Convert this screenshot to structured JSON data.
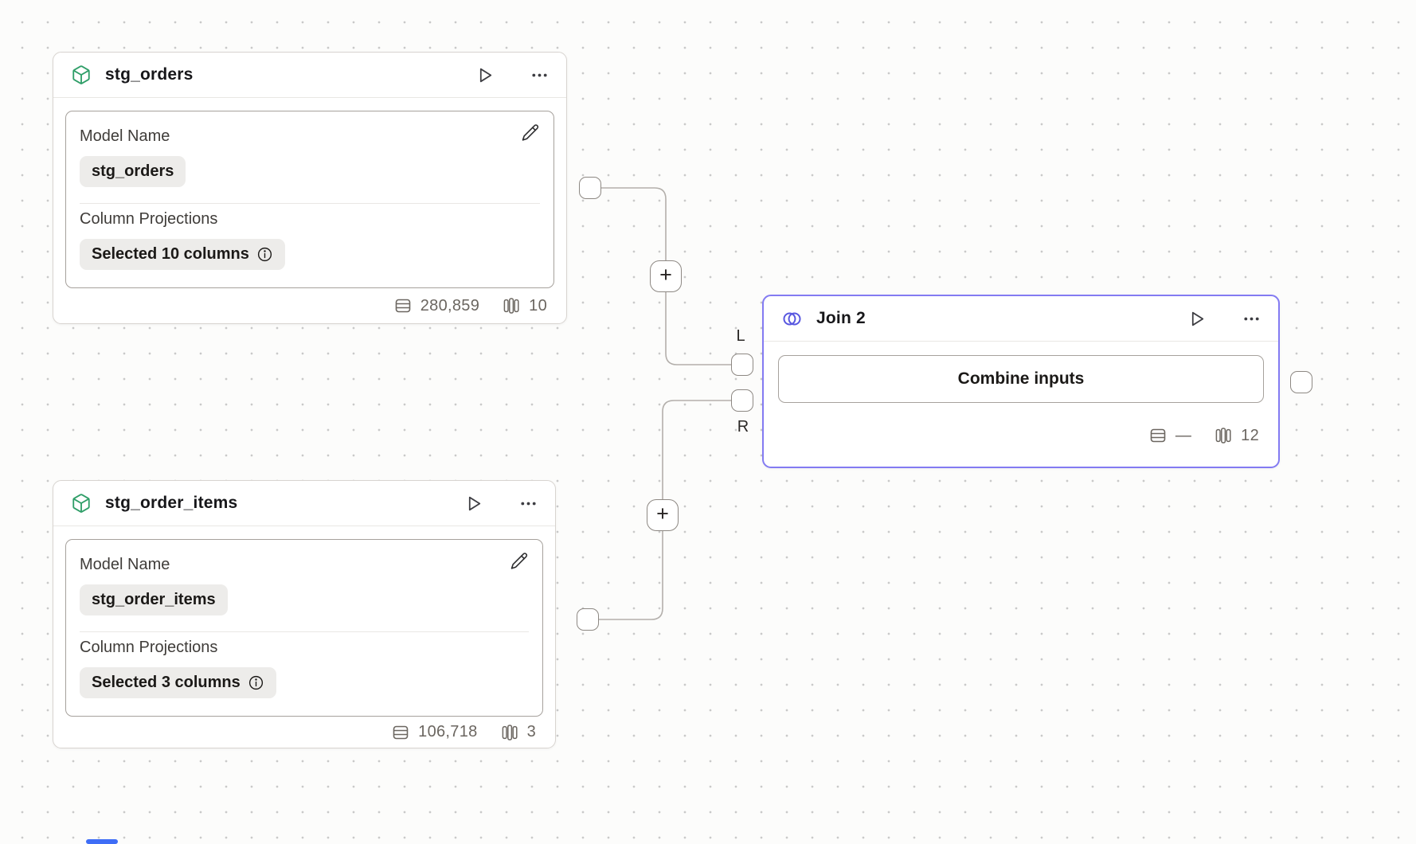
{
  "labels": {
    "model_name": "Model Name",
    "column_projections": "Column Projections",
    "left_port": "L",
    "right_port": "R",
    "add_connector": "+"
  },
  "nodes": {
    "stg_orders": {
      "title": "stg_orders",
      "model_name": "stg_orders",
      "column_projection_summary": "Selected 10 columns",
      "row_count": "280,859",
      "column_count": "10"
    },
    "stg_order_items": {
      "title": "stg_order_items",
      "model_name": "stg_order_items",
      "column_projection_summary": "Selected 3 columns",
      "row_count": "106,718",
      "column_count": "3"
    },
    "join": {
      "title": "Join 2",
      "combine_button": "Combine inputs",
      "row_count": "—",
      "column_count": "12"
    }
  },
  "icons": {
    "model_node": "box-icon",
    "join_node": "venn-circles-icon",
    "run": "play-icon",
    "more_options": "ellipsis-icon",
    "edit": "pencil-icon",
    "info": "info-icon",
    "row_count": "table-rows-icon",
    "column_count": "table-columns-icon"
  },
  "colors": {
    "model_icon_green": "#2f9e68",
    "join_accent": "#837bf2",
    "join_icon": "#5958e0",
    "wire_gray": "#b3afab",
    "stat_gray": "#6b6660",
    "node_border": "#d8d4d0",
    "inner_border": "#a6a19c",
    "pill_bg": "#edecea",
    "canvas_dot": "#c9c9c9",
    "scrollbar_blue": "#3e6df6"
  }
}
